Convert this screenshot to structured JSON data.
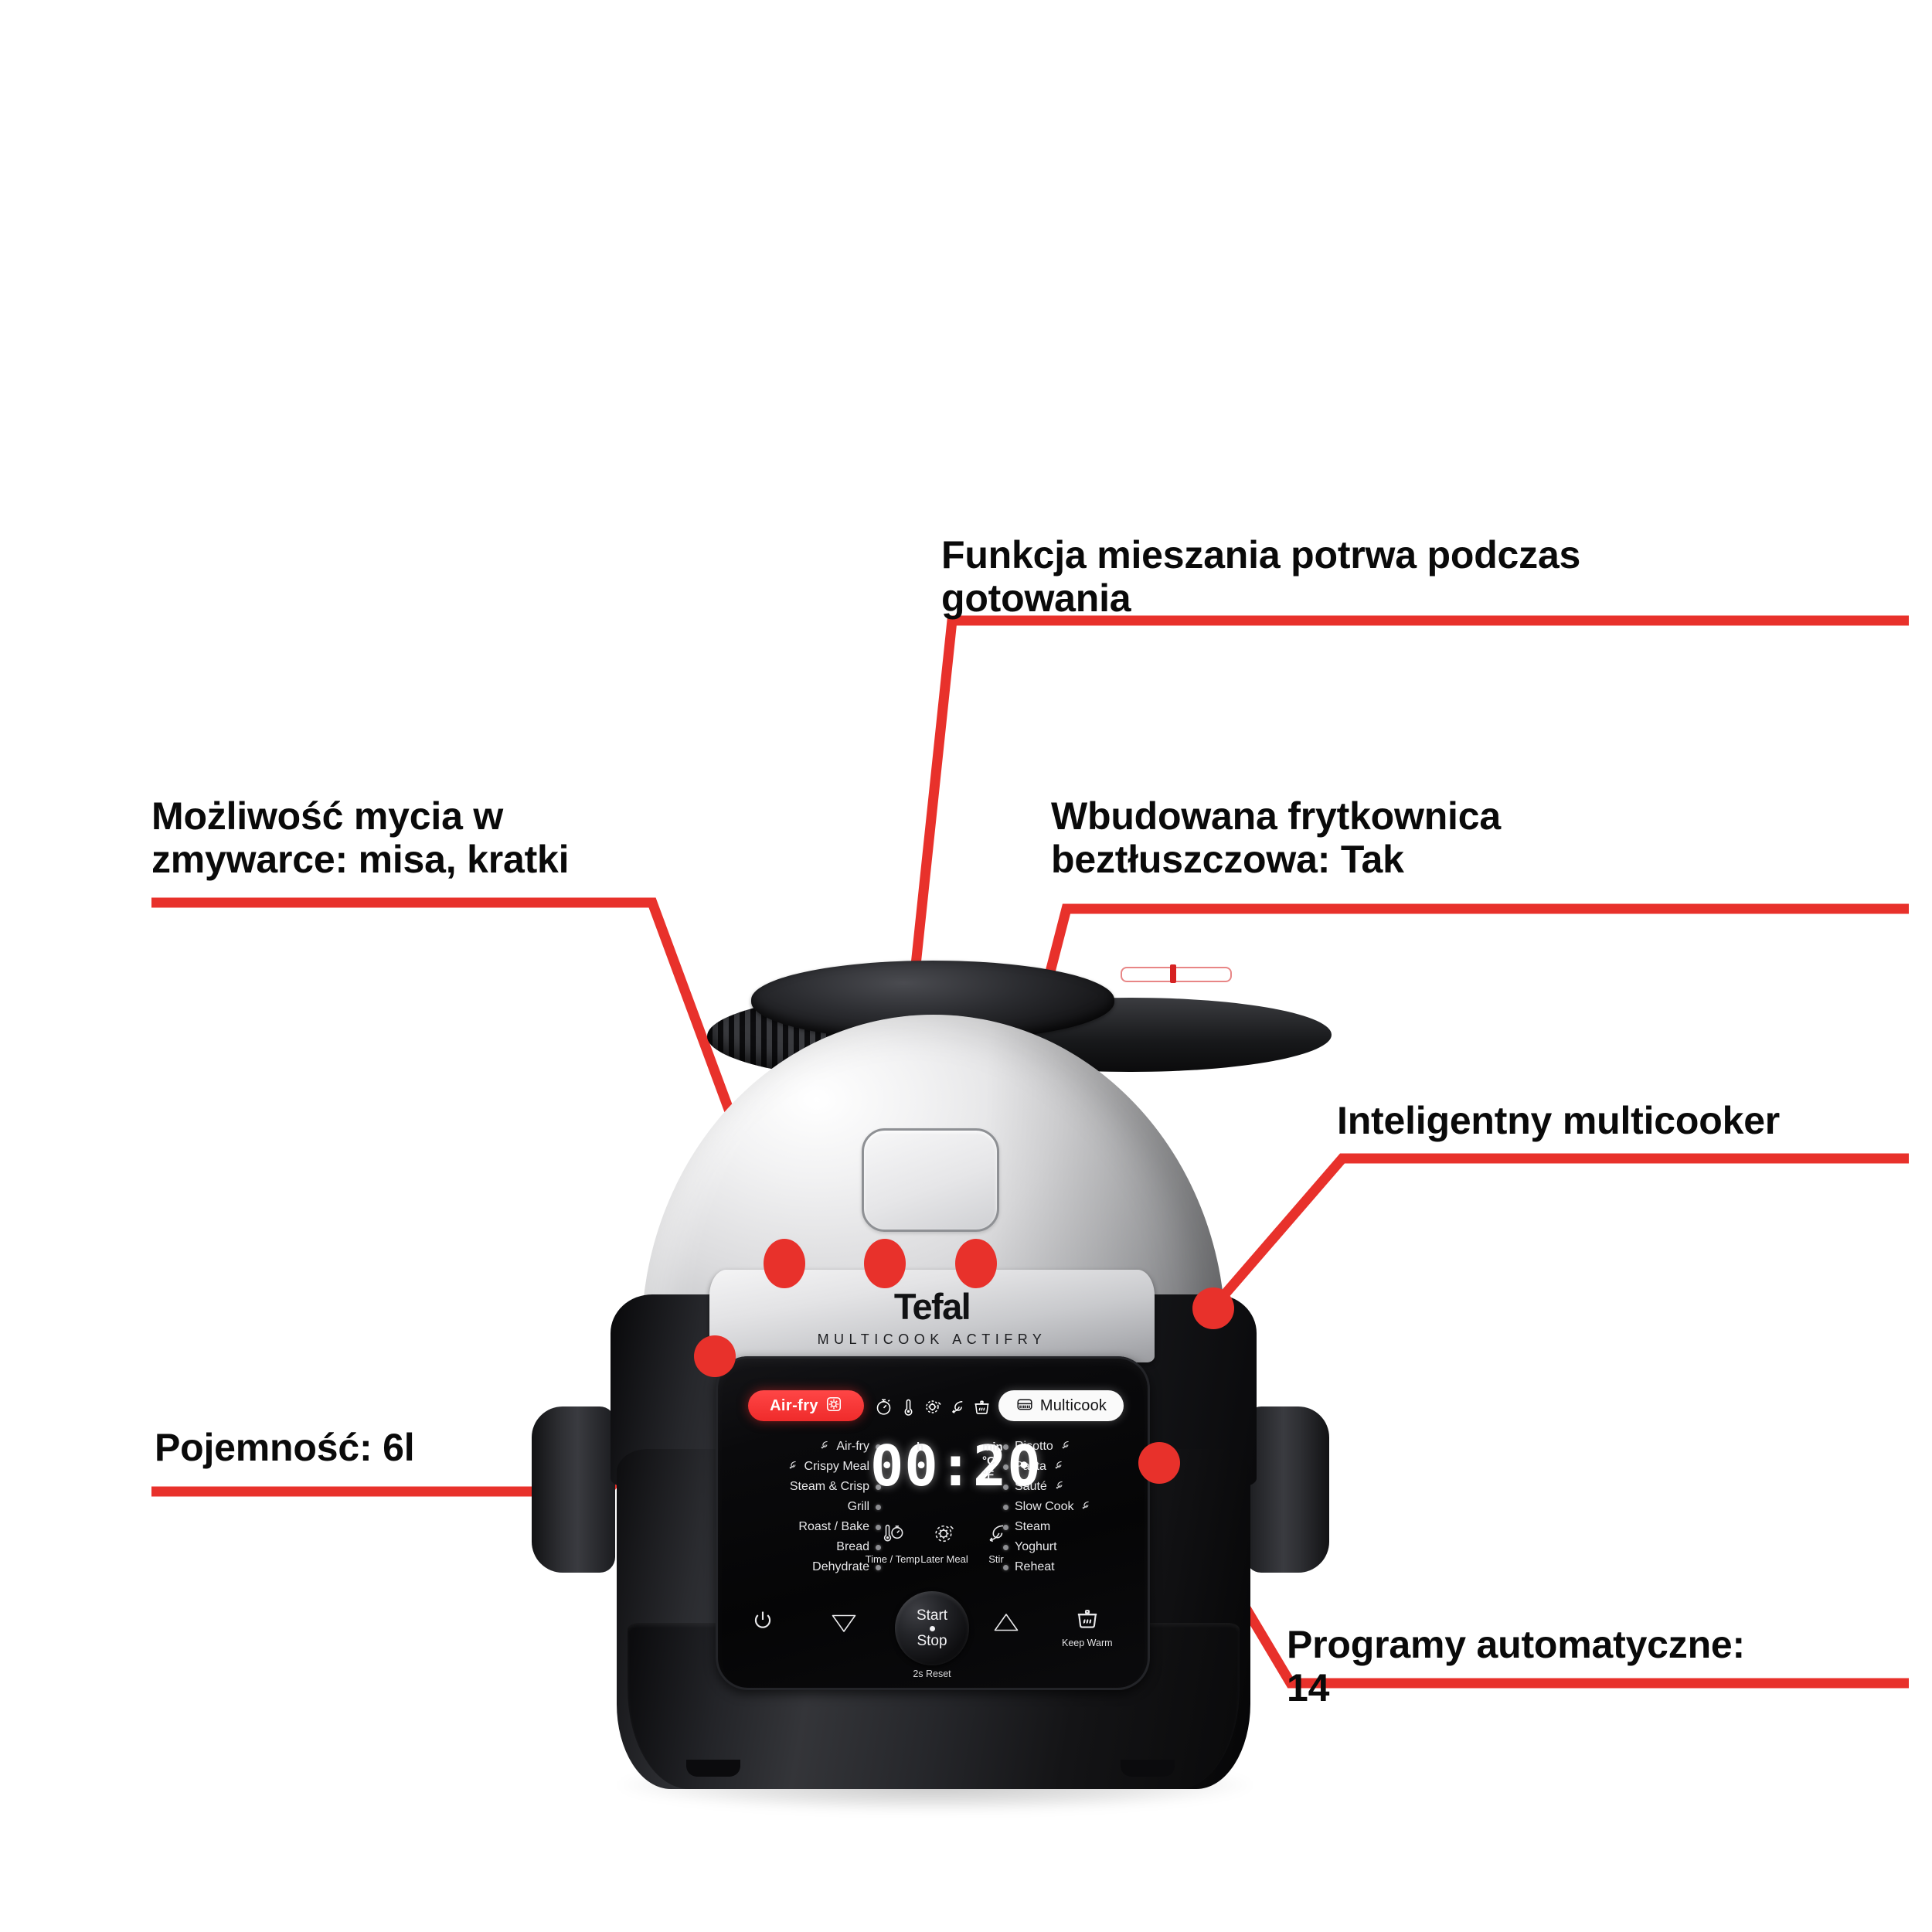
{
  "page": {
    "background": "#ffffff",
    "accent_red": "#e8312b",
    "text_color": "#0a0a0a"
  },
  "callouts": [
    {
      "id": "stir",
      "label": "Funkcja mieszania potrwa podczas\ngotowania"
    },
    {
      "id": "dishwasher",
      "label": "Możliwość mycia w\nzmywarce: misa, kratki"
    },
    {
      "id": "airfryer",
      "label": "Wbudowana frytkownica\nbeztłuszczowa: Tak"
    },
    {
      "id": "multicooker",
      "label": "Inteligentny multicooker"
    },
    {
      "id": "capacity",
      "label": "Pojemność: 6l"
    },
    {
      "id": "programs",
      "label": "Programy automatyczne:\n14"
    }
  ],
  "product": {
    "brand": "Tefal",
    "model_line": "MULTICOOK ACTIFRY",
    "panel": {
      "mode_pill": {
        "label": "Air-fry",
        "icon": "air-fry-icon"
      },
      "multicook_pill": {
        "label": "Multicook",
        "icon": "basket-icon"
      },
      "top_icons": [
        "timer-icon",
        "thermometer-icon",
        "later-meal-icon",
        "stir-icon",
        "keep-warm-pot-icon"
      ],
      "display": {
        "time": "00:20",
        "unit_h": "h",
        "unit_min": "min",
        "unit_c": "°C",
        "unit_f": "°F"
      },
      "programs_left": [
        {
          "label": "Air-fry",
          "has_stir_icon": true
        },
        {
          "label": "Crispy Meal",
          "has_stir_icon": true
        },
        {
          "label": "Steam & Crisp",
          "has_stir_icon": false
        },
        {
          "label": "Grill",
          "has_stir_icon": false
        },
        {
          "label": "Roast / Bake",
          "has_stir_icon": false
        },
        {
          "label": "Bread",
          "has_stir_icon": false
        },
        {
          "label": "Dehydrate",
          "has_stir_icon": false
        }
      ],
      "programs_right": [
        {
          "label": "Risotto",
          "has_stir_icon": true
        },
        {
          "label": "Pasta",
          "has_stir_icon": true
        },
        {
          "label": "Sauté",
          "has_stir_icon": true
        },
        {
          "label": "Slow Cook",
          "has_stir_icon": true
        },
        {
          "label": "Steam",
          "has_stir_icon": false
        },
        {
          "label": "Yoghurt",
          "has_stir_icon": false
        },
        {
          "label": "Reheat",
          "has_stir_icon": false
        }
      ],
      "function_buttons": [
        {
          "label": "Time / Temp",
          "icon": "time-temp-icon"
        },
        {
          "label": "Later Meal",
          "icon": "later-meal-icon"
        },
        {
          "label": "Stir",
          "icon": "stir-icon"
        }
      ],
      "bottom_buttons": {
        "power": {
          "label": "",
          "icon": "power-icon"
        },
        "decrease": {
          "label": "",
          "icon": "triangle-down-icon"
        },
        "start": "Start",
        "stop": "Stop",
        "reset_hint": "2s Reset",
        "increase": {
          "label": "",
          "icon": "triangle-up-icon"
        },
        "keep_warm": {
          "label": "Keep Warm",
          "icon": "keep-warm-pot-icon"
        }
      }
    }
  }
}
